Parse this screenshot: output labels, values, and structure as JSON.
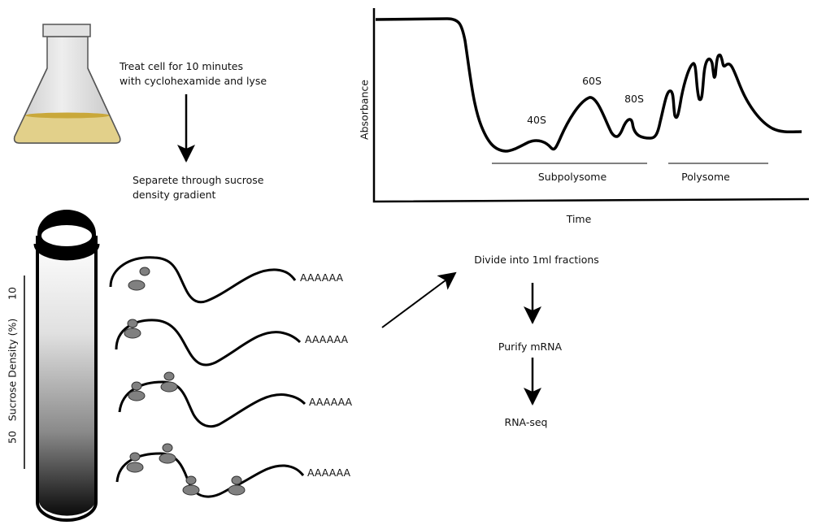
{
  "flask_step": {
    "line1": "Treat cell for 10 minutes",
    "line2": "with cyclohexamide and lyse"
  },
  "gradient_step": {
    "line1": "Separete through sucrose",
    "line2": "density gradient"
  },
  "tube": {
    "axis_label": "Sucrose Density (%)",
    "tick_top": "10",
    "tick_bottom": "50"
  },
  "mrna": {
    "polya_labels": [
      "AAAAAA",
      "AAAAAA",
      "AAAAAA",
      "AAAAAA"
    ]
  },
  "profile": {
    "y_label": "Absorbance",
    "x_label": "Time",
    "peaks": {
      "p40": "40S",
      "p60": "60S",
      "p80": "80S"
    },
    "regions": {
      "sub": "Subpolysome",
      "poly": "Polysome"
    }
  },
  "workflow": {
    "step1": "Divide into 1ml fractions",
    "step2": "Purify mRNA",
    "step3": "RNA-seq"
  },
  "colors": {
    "liquid": "#e2d08a",
    "liquid_top": "#c9a83a",
    "ribosome": "#808080",
    "glass": "#d8d8d8"
  }
}
